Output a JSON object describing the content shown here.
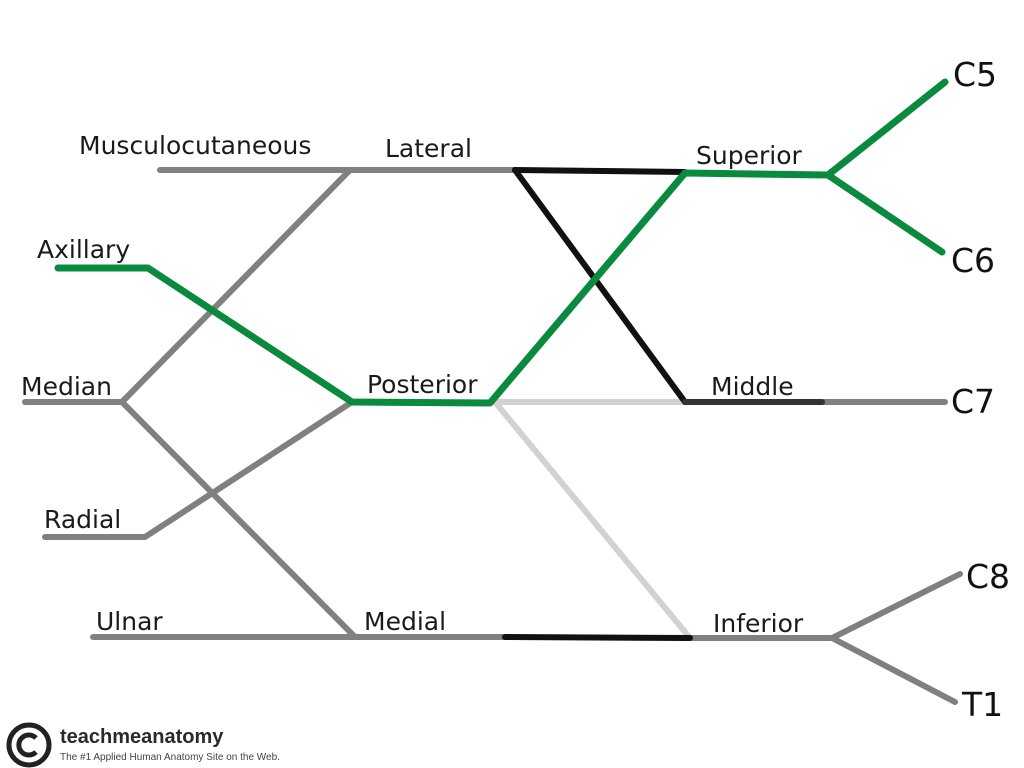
{
  "colors": {
    "green": "#0a8a3e",
    "gray": "#808080",
    "light_gray": "#d2d2d2",
    "black": "#111111"
  },
  "branches": {
    "musculocutaneous": "Musculocutaneous",
    "axillary": "Axillary",
    "median": "Median",
    "radial": "Radial",
    "ulnar": "Ulnar"
  },
  "cords": {
    "lateral": "Lateral",
    "posterior": "Posterior",
    "medial": "Medial"
  },
  "trunks": {
    "superior": "Superior",
    "middle": "Middle",
    "inferior": "Inferior"
  },
  "roots": {
    "c5": "C5",
    "c6": "C6",
    "c7": "C7",
    "c8": "C8",
    "t1": "T1"
  },
  "footer": {
    "logo_icon": "copyright-icon",
    "brand": "teachmeanatomy",
    "tagline": "The #1 Applied Human Anatomy Site on the Web."
  }
}
